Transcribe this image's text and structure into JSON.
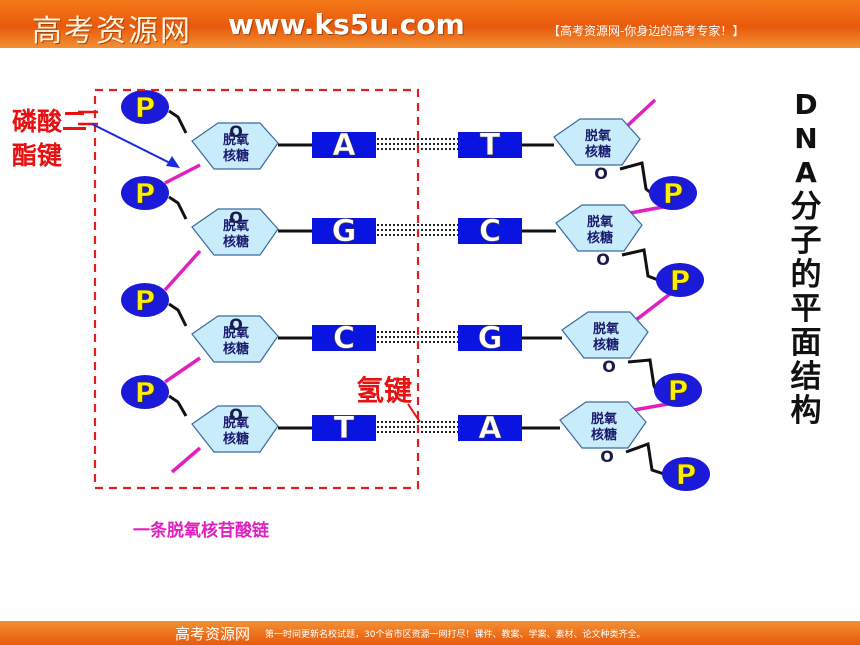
{
  "header": {
    "logo": "高考资源网",
    "site": "www.ks5u.com",
    "slogan": "【高考资源网-你身边的高考专家！】"
  },
  "footer": {
    "logo": "高考资源网",
    "text": "第一时间更新名校试题，30个省市区资源一网打尽！课件、教案、学案、素材、论文种类齐全。"
  },
  "labels": {
    "phosphodiester": "磷酸二酯键",
    "phosphodiester_line1": "磷酸二",
    "phosphodiester_line2": "酯键",
    "hydrogen_bond": "氢键",
    "strand": "一条脱氧核苷酸链",
    "title": "DNA分子的平面结构",
    "phosphate": "P",
    "sugar_line1": "脱氧",
    "sugar_line2": "核糖",
    "oxygen": "O"
  },
  "pairs": [
    {
      "left": "A",
      "right": "T"
    },
    {
      "left": "G",
      "right": "C"
    },
    {
      "left": "C",
      "right": "G"
    },
    {
      "left": "T",
      "right": "A"
    }
  ],
  "colors": {
    "base": "#0a14e0",
    "phosphate_fill": "#1a1ad8",
    "phosphate_text": "#ffee00",
    "sugar_fill": "#c9ecfb",
    "sugar_text": "#1a1a6e",
    "bond_magenta": "#e020c0",
    "label_red": "#e81010",
    "dash_red": "#e02020",
    "strand_label": "#e020c0"
  }
}
